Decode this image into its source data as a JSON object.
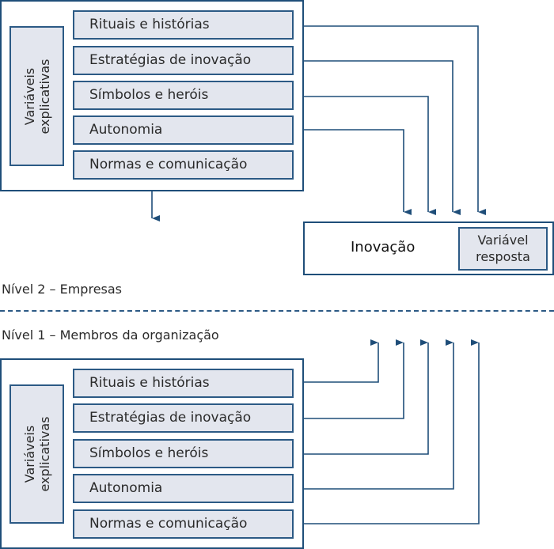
{
  "level2": {
    "label": "Nível 2 – Empresas",
    "group_label": "Variáveis explicativas",
    "items": [
      "Rituais e histórias",
      "Estratégias de inovação",
      "Símbolos e heróis",
      "Autonomia",
      "Normas e comunicação"
    ]
  },
  "level1": {
    "label": "Nível 1 – Membros da organização",
    "group_label": "Variáveis explicativas",
    "items": [
      "Rituais e histórias",
      "Estratégias de inovação",
      "Símbolos e heróis",
      "Autonomia",
      "Normas e comunicação"
    ]
  },
  "response": {
    "title": "Inovação",
    "label_line1": "Variável",
    "label_line2": "resposta"
  },
  "colors": {
    "line": "#1f4e79",
    "box_fill": "#e3e6ee"
  }
}
